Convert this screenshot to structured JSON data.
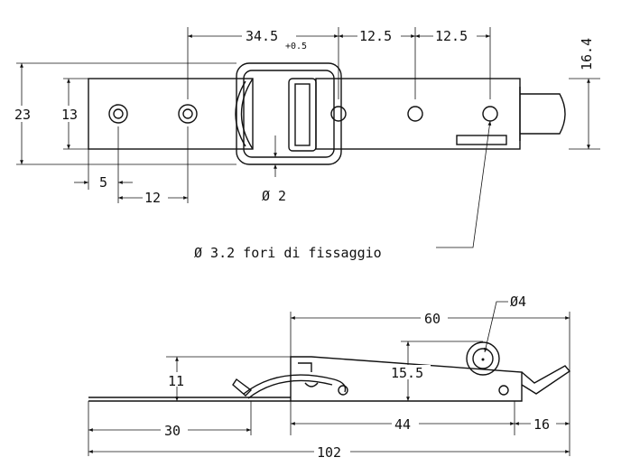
{
  "top_view": {
    "dim_length_main": "34.5",
    "dim_tolerance": "+0.5",
    "dim_spacing_1": "12.5",
    "dim_spacing_2": "12.5",
    "dim_height_total": "16.4",
    "dim_width_outer": "23",
    "dim_width_inner": "13",
    "dim_edge": "5",
    "dim_hole_spacing": "12",
    "dim_wire": "Ø 2",
    "callout_holes": "Ø 3.2 fori di fissaggio"
  },
  "side_view": {
    "dim_overall_upper": "60",
    "dim_roller": "Ø4",
    "dim_height_left": "11",
    "dim_height_roller": "15.5",
    "dim_left_length": "30",
    "dim_base_length": "44",
    "dim_hook_length": "16",
    "dim_overall": "102"
  }
}
